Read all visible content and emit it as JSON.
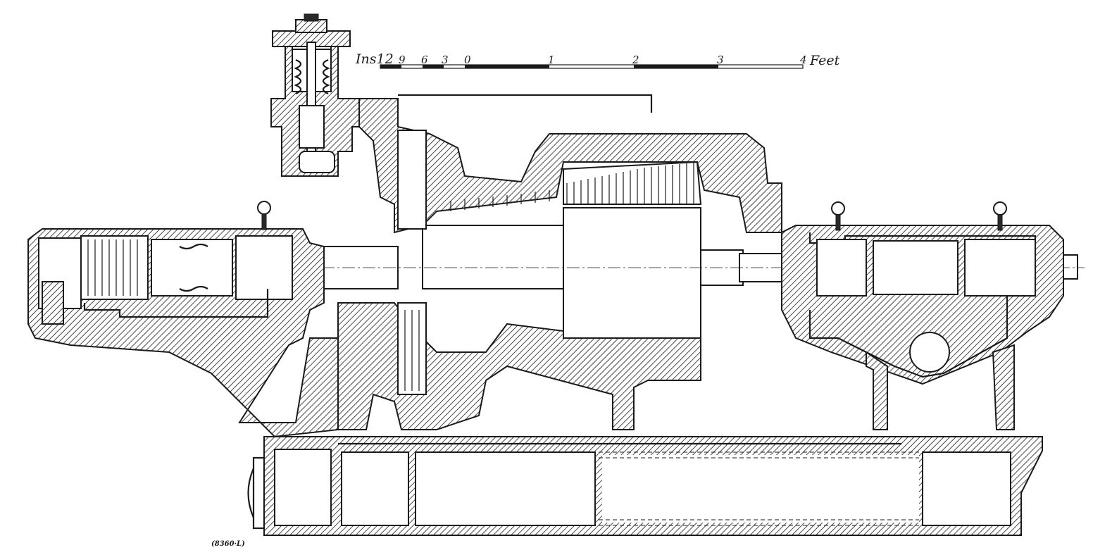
{
  "scale": {
    "inches_label": "Ins12",
    "inch_ticks": [
      "9",
      "6",
      "3",
      "0"
    ],
    "foot_ticks": [
      "1",
      "2",
      "3",
      "4"
    ],
    "feet_label": "Feet"
  },
  "figure_ref": "(8360·L)"
}
